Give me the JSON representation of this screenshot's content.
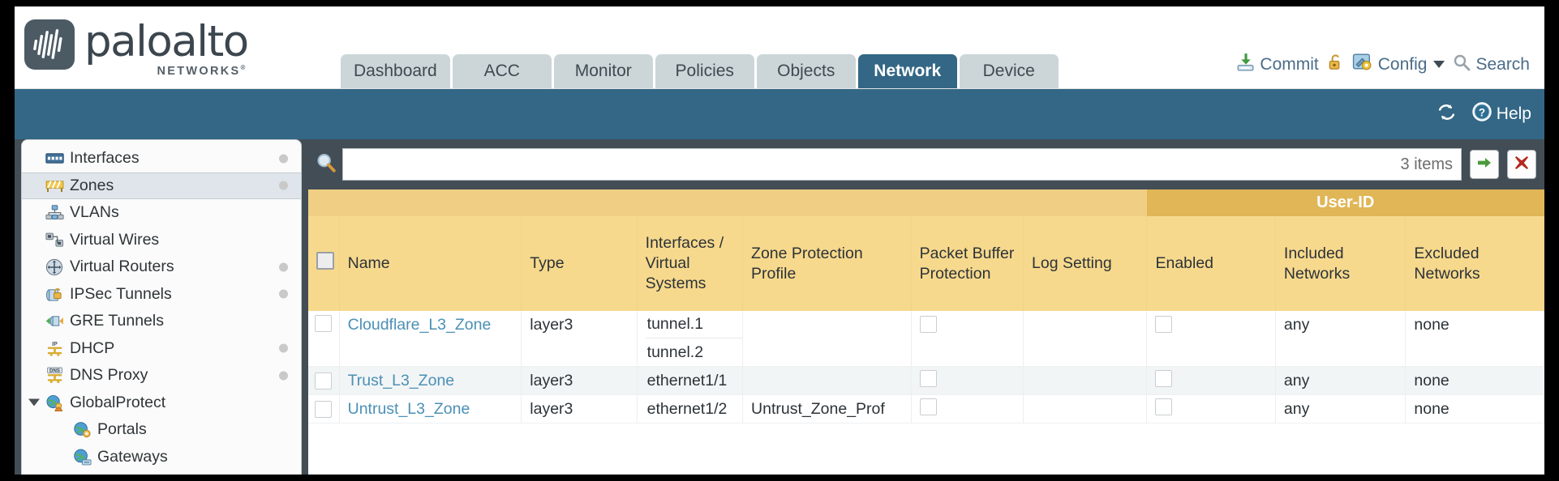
{
  "brand": {
    "name": "paloalto",
    "tagline": "NETWORKS",
    "registered": "®"
  },
  "tabs": [
    {
      "label": "Dashboard",
      "active": false
    },
    {
      "label": "ACC",
      "active": false
    },
    {
      "label": "Monitor",
      "active": false
    },
    {
      "label": "Policies",
      "active": false
    },
    {
      "label": "Objects",
      "active": false
    },
    {
      "label": "Network",
      "active": true
    },
    {
      "label": "Device",
      "active": false
    }
  ],
  "topright": {
    "commit": "Commit",
    "lock_icon": "unlock-icon",
    "config": "Config",
    "search": "Search"
  },
  "blueband": {
    "refresh_icon": "refresh-icon",
    "help": "Help"
  },
  "sidebar": {
    "items": [
      {
        "label": "Interfaces",
        "icon": "interfaces-icon",
        "dot": true,
        "selected": false,
        "child": false,
        "caret": false
      },
      {
        "label": "Zones",
        "icon": "zones-icon",
        "dot": true,
        "selected": true,
        "child": false,
        "caret": false
      },
      {
        "label": "VLANs",
        "icon": "vlans-icon",
        "dot": false,
        "selected": false,
        "child": false,
        "caret": false
      },
      {
        "label": "Virtual Wires",
        "icon": "virtual-wires-icon",
        "dot": false,
        "selected": false,
        "child": false,
        "caret": false
      },
      {
        "label": "Virtual Routers",
        "icon": "virtual-routers-icon",
        "dot": true,
        "selected": false,
        "child": false,
        "caret": false
      },
      {
        "label": "IPSec Tunnels",
        "icon": "ipsec-tunnels-icon",
        "dot": true,
        "selected": false,
        "child": false,
        "caret": false
      },
      {
        "label": "GRE Tunnels",
        "icon": "gre-tunnels-icon",
        "dot": false,
        "selected": false,
        "child": false,
        "caret": false
      },
      {
        "label": "DHCP",
        "icon": "dhcp-icon",
        "dot": true,
        "selected": false,
        "child": false,
        "caret": false
      },
      {
        "label": "DNS Proxy",
        "icon": "dns-proxy-icon",
        "dot": true,
        "selected": false,
        "child": false,
        "caret": false
      },
      {
        "label": "GlobalProtect",
        "icon": "globalprotect-icon",
        "dot": false,
        "selected": false,
        "child": false,
        "caret": true
      },
      {
        "label": "Portals",
        "icon": "portals-icon",
        "dot": false,
        "selected": false,
        "child": true,
        "caret": false
      },
      {
        "label": "Gateways",
        "icon": "gateways-icon",
        "dot": false,
        "selected": false,
        "child": true,
        "caret": false
      }
    ]
  },
  "search": {
    "icon": "search-magnifier-icon",
    "value": "",
    "placeholder": "",
    "items_count": "3 items",
    "apply_icon": "apply-filter-arrow-icon",
    "clear_icon": "clear-filter-x-icon"
  },
  "table": {
    "group_header": {
      "label": "User-ID",
      "span": 3
    },
    "columns": [
      "Name",
      "Type",
      "Interfaces / Virtual Systems",
      "Zone Protection Profile",
      "Packet Buffer Protection",
      "Log Setting",
      "Enabled",
      "Included Networks",
      "Excluded Networks"
    ],
    "rows": [
      {
        "selected": false,
        "name": "Cloudflare_L3_Zone",
        "type": "layer3",
        "interfaces": [
          "tunnel.1",
          "tunnel.2"
        ],
        "zone_protection_profile": "",
        "packet_buffer_protection": false,
        "log_setting": "",
        "userid_enabled": false,
        "included_networks": "any",
        "excluded_networks": "none"
      },
      {
        "selected": false,
        "name": "Trust_L3_Zone",
        "type": "layer3",
        "interfaces": [
          "ethernet1/1"
        ],
        "zone_protection_profile": "",
        "packet_buffer_protection": false,
        "log_setting": "",
        "userid_enabled": false,
        "included_networks": "any",
        "excluded_networks": "none"
      },
      {
        "selected": false,
        "name": "Untrust_L3_Zone",
        "type": "layer3",
        "interfaces": [
          "ethernet1/2"
        ],
        "zone_protection_profile": "Untrust_Zone_Prof",
        "packet_buffer_protection": false,
        "log_setting": "",
        "userid_enabled": false,
        "included_networks": "any",
        "excluded_networks": "none"
      }
    ]
  },
  "colors": {
    "brand_blue": "#336785",
    "header_gold": "#f7d98d",
    "group_gold": "#e0b656",
    "panel_slate": "#434d55",
    "link_blue": "#4b90b5"
  }
}
